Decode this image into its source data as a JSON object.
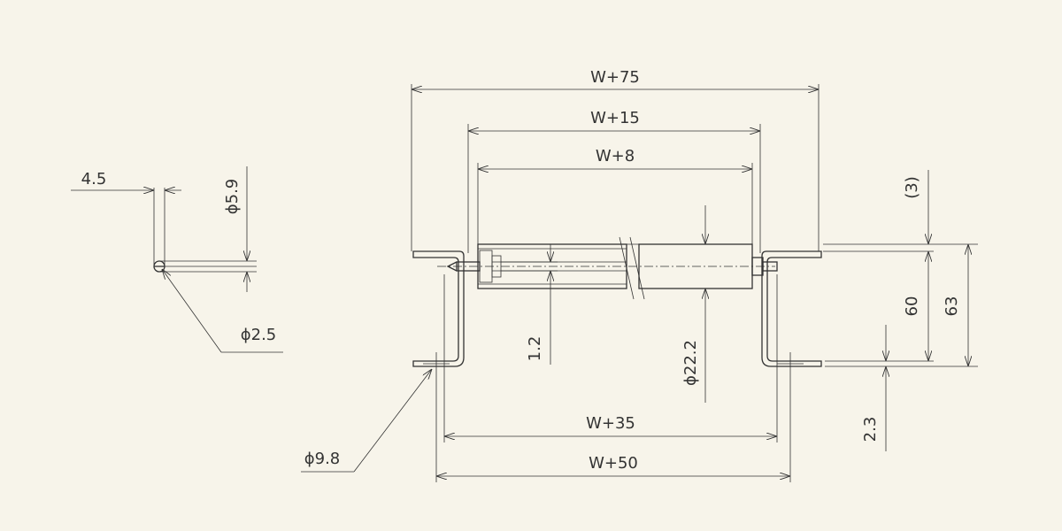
{
  "diagram": {
    "labels": {
      "w75": "W+75",
      "w15": "W+15",
      "w8": "W+8",
      "w35": "W+35",
      "w50": "W+50",
      "d_4_5": "4.5",
      "d_5_9": "ϕ5.9",
      "d_2_5": "ϕ2.5",
      "d_9_8": "ϕ9.8",
      "d_1_2": "1.2",
      "d_22_2": "ϕ22.2",
      "d_3": "(3)",
      "d_60": "60",
      "d_63": "63",
      "d_2_3": "2.3"
    }
  }
}
